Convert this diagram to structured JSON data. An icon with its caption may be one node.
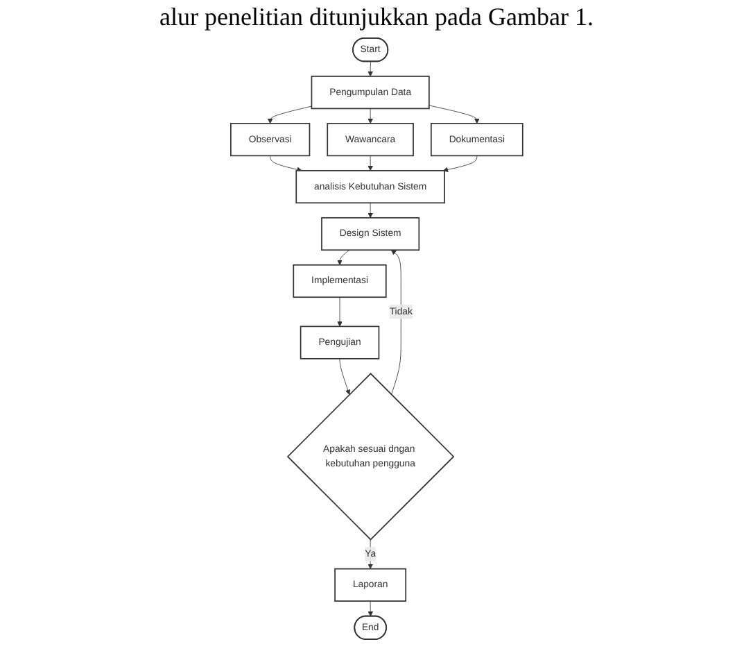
{
  "diagram": {
    "nodes": [
      {
        "text": [
          "Start"
        ]
      },
      {
        "text": [
          "Pengumpulan Data"
        ]
      },
      {
        "text": [
          "Observasi"
        ]
      },
      {
        "text": [
          "Wawancara"
        ]
      },
      {
        "text": [
          "Dokumentasi"
        ]
      },
      {
        "text": [
          "analisis Kebutuhan Sistem"
        ]
      },
      {
        "text": [
          "Design Sistem"
        ]
      },
      {
        "text": [
          "Implementasi"
        ]
      },
      {
        "text": [
          "Pengujian"
        ]
      },
      {
        "text": [
          "Apakah sesuai dngan kebutuhan pengguna"
        ]
      },
      {
        "text": [
          "Laporan"
        ]
      },
      {
        "text": [
          "End"
        ]
      }
    ],
    "edges": [
      {
        "from": 0,
        "to": 1,
        "arrow": "to"
      },
      {
        "from": 1,
        "to": 2,
        "arrow": "to"
      },
      {
        "from": 1,
        "to": 3,
        "arrow": "to"
      },
      {
        "from": 1,
        "to": 4,
        "arrow": "to"
      },
      {
        "from": 2,
        "to": 5,
        "arrow": "to"
      },
      {
        "from": 3,
        "to": 5,
        "arrow": "to"
      },
      {
        "from": 4,
        "to": 5,
        "arrow": "to"
      },
      {
        "from": 5,
        "to": 6,
        "arrow": "to"
      },
      {
        "from": 6,
        "to": 7,
        "arrow": "to"
      },
      {
        "from": 7,
        "to": 8,
        "arrow": "to"
      },
      {
        "from": 8,
        "to": 9,
        "arrow": "to"
      },
      {
        "from": 9,
        "to": 6,
        "arrow": "to",
        "label": "Tidak"
      },
      {
        "from": 9,
        "to": 10,
        "arrow": "to",
        "label": "Ya"
      },
      {
        "from": 10,
        "to": 11,
        "arrow": "to"
      }
    ],
    "labels": [
      "alur penelitian ditunjukkan pada Gambar 1."
    ]
  }
}
